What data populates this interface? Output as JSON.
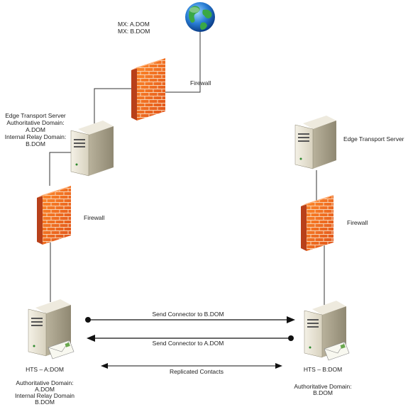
{
  "internet": {
    "mx_records": [
      "MX: A.DOM",
      "MX: B.DOM"
    ]
  },
  "left": {
    "firewall_top_label": "Firewall",
    "edge_server": {
      "title": "Edge Transport Server",
      "authoritative_label": "Authoritative Domain:",
      "authoritative_value": "A.DOM",
      "relay_label": "Internal Relay Domain:",
      "relay_value": "B.DOM"
    },
    "firewall_bottom_label": "Firewall",
    "hts": {
      "title": "HTS – A:DOM",
      "authoritative_label": "Authoritative Domain:",
      "authoritative_value": "A.DOM",
      "relay_label": "Internal Relay Domain",
      "relay_value": "B.DOM"
    }
  },
  "right": {
    "edge_server_label": "Edge Transport Server",
    "firewall_label": "Firewall",
    "hts": {
      "title": "HTS – B:DOM",
      "authoritative_label": "Authoritative Domain:",
      "authoritative_value": "B.DOM"
    }
  },
  "connectors": {
    "send_to_b": "Send Connector to B.DOM",
    "send_to_a": "Send Connector to A.DOM",
    "replicated": "Replicated Contacts"
  }
}
